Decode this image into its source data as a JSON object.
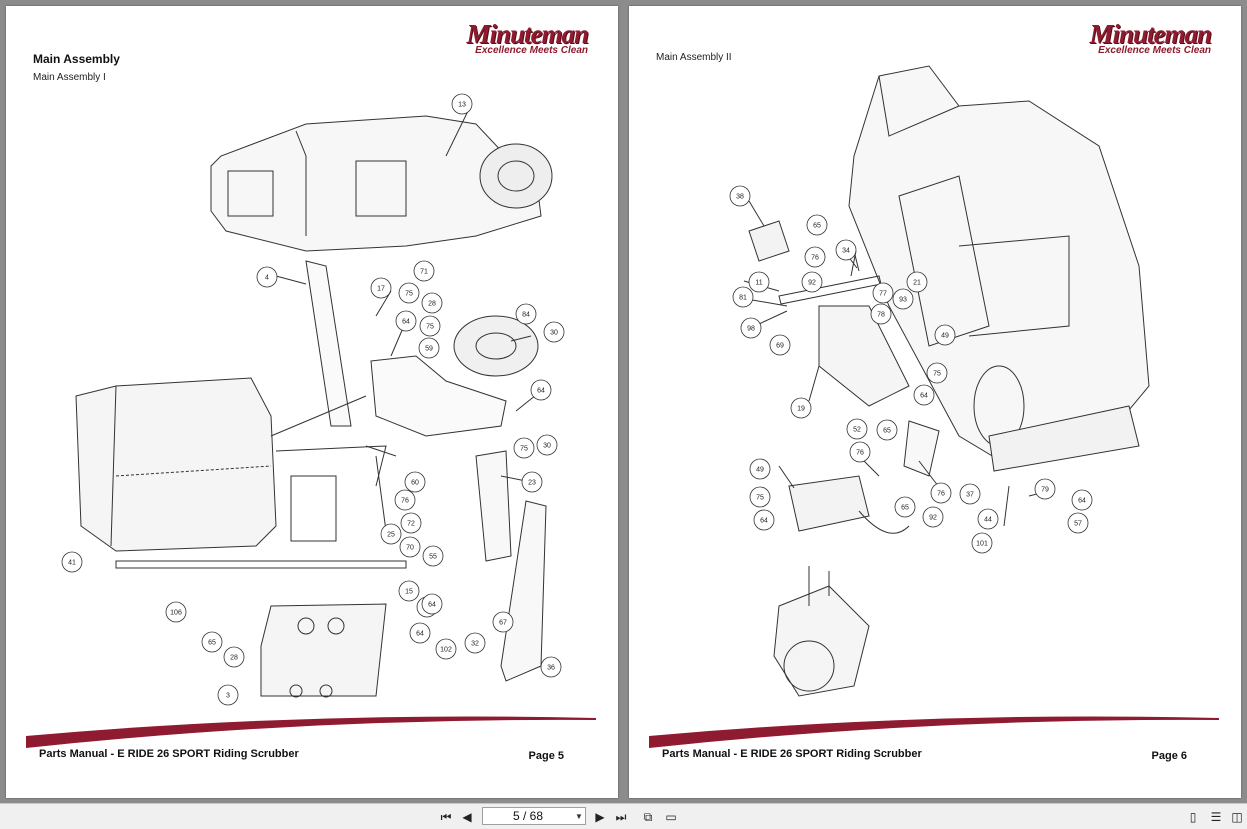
{
  "brand": {
    "name": "Minuteman",
    "tagline": "Excellence Meets Clean"
  },
  "pages": [
    {
      "section_title": "Main Assembly",
      "section_subtitle": "Main Assembly I",
      "footer_title": "Parts Manual - E RIDE 26 SPORT Riding Scrubber",
      "footer_page": "Page 5"
    },
    {
      "section_subtitle": "Main Assembly II",
      "footer_title": "Parts Manual - E RIDE 26 SPORT Riding Scrubber",
      "footer_page": "Page 6"
    }
  ],
  "callouts_left": [
    "13",
    "4",
    "17",
    "71",
    "75",
    "28",
    "84",
    "64",
    "75",
    "59",
    "30",
    "64",
    "75",
    "30",
    "23",
    "60",
    "76",
    "72",
    "25",
    "70",
    "55",
    "41",
    "106",
    "15",
    "64",
    "64",
    "102",
    "32",
    "67",
    "36",
    "65",
    "28",
    "3",
    "64"
  ],
  "callouts_right": [
    "38",
    "65",
    "76",
    "92",
    "11",
    "81",
    "98",
    "69",
    "34",
    "77",
    "93",
    "21",
    "78",
    "49",
    "75",
    "64",
    "19",
    "52",
    "65",
    "76",
    "49",
    "75",
    "64",
    "65",
    "92",
    "76",
    "37",
    "79",
    "64",
    "44",
    "57",
    "101"
  ],
  "toolbar": {
    "page_indicator": "5 / 68",
    "icons": [
      "first-page-icon",
      "prev-page-icon",
      "next-page-icon",
      "last-page-icon",
      "fit-page-icon",
      "fit-width-icon",
      "single-page-icon",
      "continuous-icon",
      "two-page-icon"
    ]
  },
  "colors": {
    "brand_red": "#8e1b2f",
    "background": "#8c8c8c"
  }
}
